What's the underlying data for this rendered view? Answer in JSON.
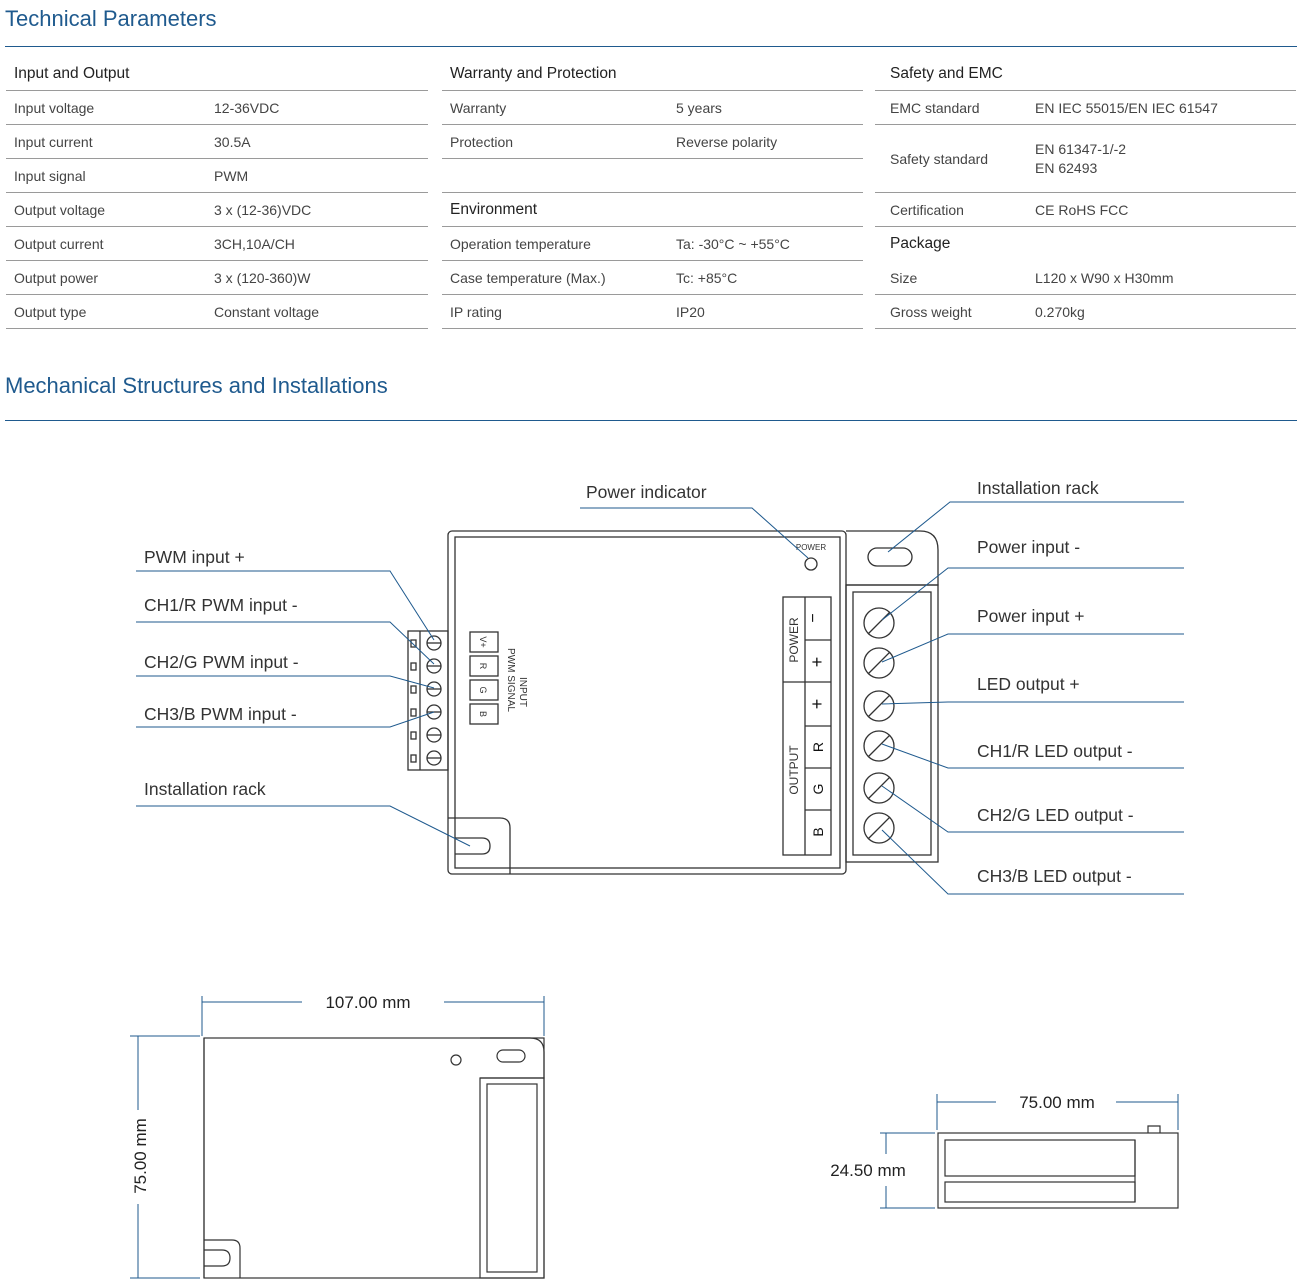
{
  "sections": {
    "technical": "Technical Parameters",
    "mechanical": "Mechanical Structures and Installations"
  },
  "input_output": {
    "title": "Input and Output",
    "rows": [
      {
        "label": "Input voltage",
        "value": "12-36VDC"
      },
      {
        "label": "Input current",
        "value": "30.5A"
      },
      {
        "label": "Input signal",
        "value": "PWM"
      },
      {
        "label": "Output voltage",
        "value": "3 x (12-36)VDC"
      },
      {
        "label": "Output current",
        "value": "3CH,10A/CH"
      },
      {
        "label": "Output power",
        "value": "3 x (120-360)W"
      },
      {
        "label": "Output type",
        "value": "Constant voltage"
      }
    ]
  },
  "warranty": {
    "title": "Warranty and Protection",
    "rows": [
      {
        "label": "Warranty",
        "value": "5 years"
      },
      {
        "label": "Protection",
        "value": "Reverse polarity"
      }
    ]
  },
  "environment": {
    "title": "Environment",
    "rows": [
      {
        "label": "Operation temperature",
        "value": "Ta: -30°C ~ +55°C"
      },
      {
        "label": "Case temperature (Max.)",
        "value": "Tc: +85°C"
      },
      {
        "label": "IP rating",
        "value": "IP20"
      }
    ]
  },
  "safety": {
    "title": "Safety and EMC",
    "rows": [
      {
        "label": "EMC standard",
        "value": "EN IEC 55015/EN IEC 61547"
      },
      {
        "label": "Safety standard",
        "value": "EN 61347-1/-2",
        "value2": "EN 62493"
      },
      {
        "label": "Certification",
        "value": "CE RoHS FCC"
      }
    ]
  },
  "package": {
    "title": "Package",
    "rows": [
      {
        "label": "Size",
        "value": "L120 x W90 x H30mm"
      },
      {
        "label": "Gross weight",
        "value": "0.270kg"
      }
    ]
  },
  "diagram": {
    "left_labels": [
      "PWM input +",
      "CH1/R PWM input -",
      "CH2/G PWM input -",
      "CH3/B PWM input -",
      "Installation rack"
    ],
    "right_labels": [
      "Installation rack",
      "Power input -",
      "Power input +",
      "LED output +",
      "CH1/R LED output -",
      "CH2/G LED output -",
      "CH3/B LED output -"
    ],
    "power_indicator": "Power indicator",
    "power_small": "POWER",
    "input_line1": "INPUT",
    "input_line2": "PWM SIGNAL",
    "input_pins": [
      "V+",
      "R",
      "G",
      "B"
    ],
    "power_group": "POWER",
    "output_group": "OUTPUT",
    "power_terms": [
      "−",
      "+"
    ],
    "output_terms": [
      "+",
      "R",
      "G",
      "B"
    ]
  },
  "dimensions": {
    "width_top": "107.00 mm",
    "height_left": "75.00 mm",
    "side_width": "75.00 mm",
    "side_height": "24.50 mm"
  }
}
